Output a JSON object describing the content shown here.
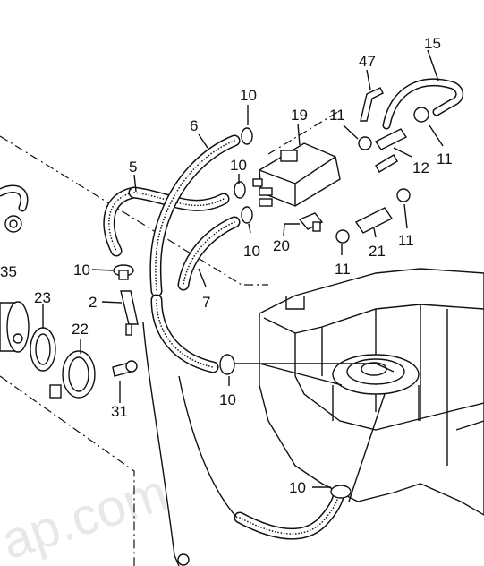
{
  "watermark": "ap.com",
  "callouts": {
    "c47": "47",
    "c15": "15",
    "c19": "19",
    "c10_top": "10",
    "c11_a": "11",
    "c6": "6",
    "c5": "5",
    "c10_mid": "10",
    "c12": "12",
    "c11_b": "11",
    "c10_low": "10",
    "c20": "20",
    "c21": "21",
    "c11_c": "11",
    "c11_d": "11",
    "c10_left": "10",
    "c7": "7",
    "c35": "35",
    "c23": "23",
    "c2": "2",
    "c22": "22",
    "c31": "31",
    "c10_tank": "10",
    "c10_bottom": "10"
  }
}
